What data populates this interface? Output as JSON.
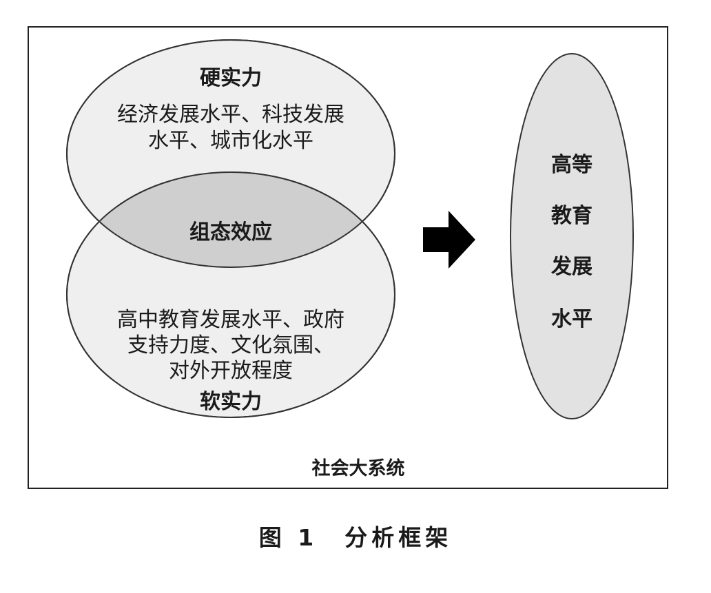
{
  "hard_power": {
    "title": "硬实力",
    "line1": "经济发展水平、科技发展",
    "line2": "水平、城市化水平"
  },
  "overlap_label": "组态效应",
  "soft_power": {
    "line1": "高中教育发展水平、政府",
    "line2": "支持力度、文化氛围、",
    "line3": "对外开放程度",
    "title": "软实力"
  },
  "higher_education": {
    "lines": [
      "高等",
      "教育",
      "发展",
      "水平"
    ]
  },
  "system_label": "社会大系统",
  "caption": "图 1　分析框架",
  "colors": {
    "ellipse_fill": "#efefef",
    "overlap_fill": "#cfcfcf",
    "higher_fill": "#e2e2e2",
    "stroke": "#333333",
    "arrow": "#000000"
  }
}
